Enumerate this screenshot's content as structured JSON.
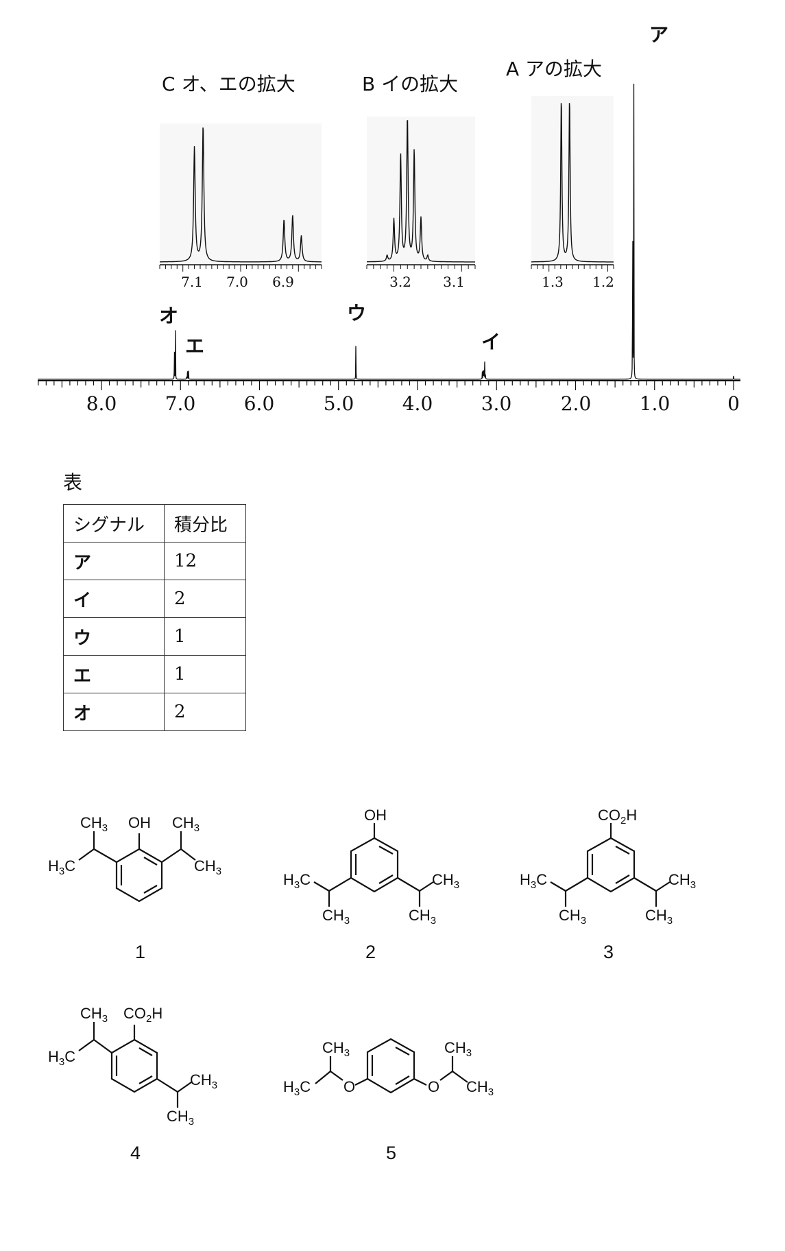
{
  "chart_data": [
    {
      "type": "line",
      "title": "",
      "xlabel": "",
      "ylabel": "",
      "x_axis": {
        "min": 0,
        "max": 8.8,
        "reversed": true,
        "tick_labels": [
          "8.0",
          "7.0",
          "6.0",
          "5.0",
          "4.0",
          "3.0",
          "2.0",
          "1.0",
          "0"
        ]
      },
      "peaks": [
        {
          "label": "ア",
          "ppm": 1.27,
          "relative_height": 1.0,
          "multiplet": "doublet"
        },
        {
          "label": "イ",
          "ppm": 3.16,
          "relative_height": 0.07,
          "multiplet": "septet"
        },
        {
          "label": "ウ",
          "ppm": 4.78,
          "relative_height": 0.15,
          "multiplet": "singlet"
        },
        {
          "label": "エ",
          "ppm": 6.91,
          "relative_height": 0.04,
          "multiplet": "triplet"
        },
        {
          "label": "オ",
          "ppm": 7.07,
          "relative_height": 0.14,
          "multiplet": "doublet"
        },
        {
          "label": "",
          "ppm": 0.0,
          "relative_height": 0.01,
          "multiplet": "singlet"
        }
      ]
    },
    {
      "type": "line",
      "title": "C オ、エの拡大",
      "x_axis": {
        "min": 6.86,
        "max": 7.14,
        "reversed": true,
        "tick_labels": [
          "7.1",
          "7.0",
          "6.9"
        ]
      },
      "lines": [
        {
          "ppm": 7.08,
          "relative_height": 0.84
        },
        {
          "ppm": 7.065,
          "relative_height": 1.0
        },
        {
          "ppm": 6.925,
          "relative_height": 0.31
        },
        {
          "ppm": 6.91,
          "relative_height": 0.34
        },
        {
          "ppm": 6.895,
          "relative_height": 0.19
        }
      ]
    },
    {
      "type": "line",
      "title": "B イの拡大",
      "x_axis": {
        "min": 3.08,
        "max": 3.24,
        "reversed": true,
        "tick_labels": [
          "3.2",
          "3.1"
        ]
      },
      "lines": [
        {
          "ppm": 3.21,
          "relative_height": 0.04
        },
        {
          "ppm": 3.2,
          "relative_height": 0.29
        },
        {
          "ppm": 3.19,
          "relative_height": 0.74
        },
        {
          "ppm": 3.18,
          "relative_height": 1.0
        },
        {
          "ppm": 3.17,
          "relative_height": 0.77
        },
        {
          "ppm": 3.16,
          "relative_height": 0.3
        },
        {
          "ppm": 3.15,
          "relative_height": 0.04
        }
      ]
    },
    {
      "type": "line",
      "title": "A アの拡大",
      "x_axis": {
        "min": 1.19,
        "max": 1.33,
        "reversed": true,
        "tick_labels": [
          "1.3",
          "1.2"
        ]
      },
      "lines": [
        {
          "ppm": 1.279,
          "relative_height": 1.0
        },
        {
          "ppm": 1.265,
          "relative_height": 1.0
        }
      ]
    }
  ],
  "table": {
    "caption": "表",
    "headers": [
      "シグナル",
      "積分比"
    ],
    "rows": [
      {
        "signal": "ア",
        "ratio": "12"
      },
      {
        "signal": "イ",
        "ratio": "2"
      },
      {
        "signal": "ウ",
        "ratio": "1"
      },
      {
        "signal": "エ",
        "ratio": "1"
      },
      {
        "signal": "オ",
        "ratio": "2"
      }
    ]
  },
  "structures": [
    {
      "number": "1",
      "labels": {
        "me_top_left": "CH3",
        "oh": "OH",
        "me_top_right": "CH3",
        "me_left": "H3C",
        "me_right": "CH3"
      }
    },
    {
      "number": "2",
      "labels": {
        "oh": "OH",
        "me_left_top": "H3C",
        "me_left_bottom": "CH3",
        "me_right_top": "CH3",
        "me_right_bottom": "CH3"
      }
    },
    {
      "number": "3",
      "labels": {
        "co2h": "CO2H",
        "me_left_top": "H3C",
        "me_left_bottom": "CH3",
        "me_right_top": "CH3",
        "me_right_bottom": "CH3"
      }
    },
    {
      "number": "4",
      "labels": {
        "me_top": "CH3",
        "co2h": "CO2H",
        "me_left": "H3C",
        "me_right_top": "CH3",
        "me_right_bottom": "CH3"
      }
    },
    {
      "number": "5",
      "labels": {
        "me_left_top": "CH3",
        "me_left": "H3C",
        "o_left": "O",
        "o_right": "O",
        "me_right_top": "CH3",
        "me_right": "CH3"
      }
    }
  ]
}
